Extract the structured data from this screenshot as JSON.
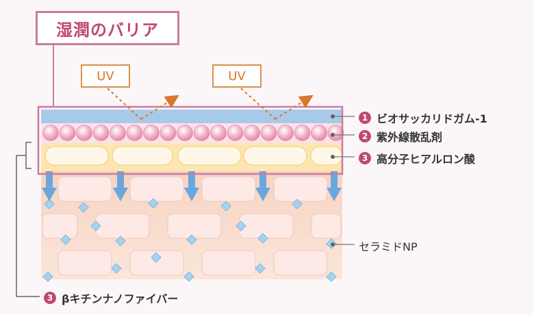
{
  "title": "湿潤のバリア",
  "uv_labels": [
    "UV",
    "UV"
  ],
  "layers": [
    {
      "num": "1",
      "label": "ビオサッカリドガム-1"
    },
    {
      "num": "2",
      "label": "紫外線散乱剤"
    },
    {
      "num": "3",
      "label": "高分子ヒアルロン酸"
    }
  ],
  "ceramide_label": "セラミドNP",
  "fiber": {
    "num": "3",
    "label": "βキチンナノファイバー"
  },
  "colors": {
    "accent": "#c0486f",
    "frame": "#c97b9c",
    "uv": "#d9924a",
    "band_blue": "#a9c9ea",
    "sphere": "#f2a8c0",
    "yellow": "#fbe0a2",
    "skin": "#f9dccb",
    "cell": "#fde9e6",
    "arrow_blue": "#6aa7dc",
    "diamond": "#a7d2ee"
  }
}
